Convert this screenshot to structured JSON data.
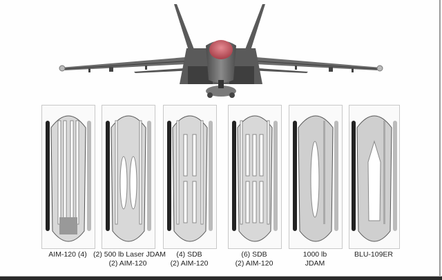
{
  "figure": {
    "title": "",
    "aircraft": "fighter-jet-front-view",
    "colors": {
      "airframe": "#6e6e6e",
      "canopy": "#c9545e",
      "background": "#ffffff",
      "bay_frame": "#c8c8c8"
    }
  },
  "bays": [
    {
      "id": "aim120",
      "label_line1": "AIM-120 (4)",
      "label_line2": ""
    },
    {
      "id": "laser-jdam",
      "label_line1": "(2) 500 lb Laser JDAM",
      "label_line2": "(2) AIM-120"
    },
    {
      "id": "sdb4",
      "label_line1": "(4) SDB",
      "label_line2": "(2) AIM-120"
    },
    {
      "id": "sdb6",
      "label_line1": "(6) SDB",
      "label_line2": "(2) AIM-120"
    },
    {
      "id": "jdam1000",
      "label_line1": "1000 lb",
      "label_line2": "JDAM"
    },
    {
      "id": "blu109",
      "label_line1": "BLU-109ER",
      "label_line2": ""
    }
  ]
}
